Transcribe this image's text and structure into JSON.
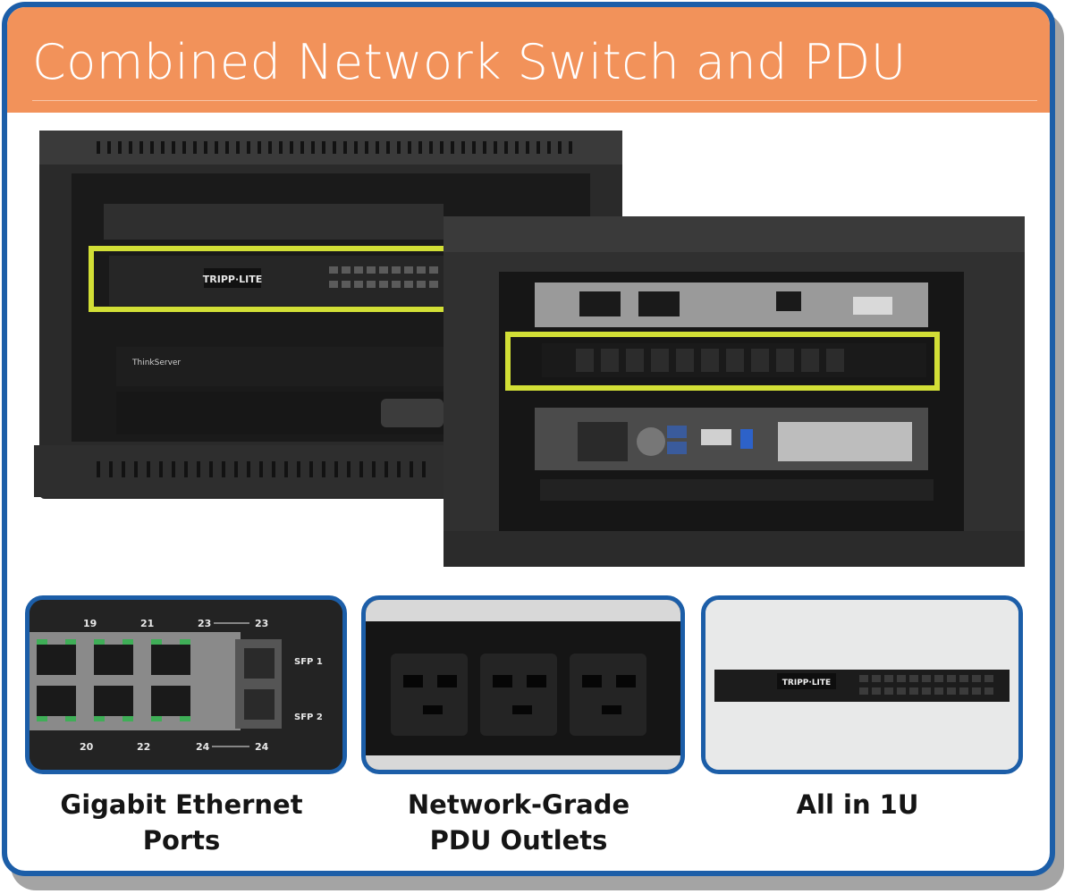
{
  "header": {
    "title": "Combined Network Switch and PDU"
  },
  "colors": {
    "accent_blue": "#1c5ea8",
    "title_orange": "#f2925a",
    "highlight": "#e7f53a"
  },
  "rack_photo": {
    "brand": "TRIPP·LITE",
    "server_brand": "ThinkServer"
  },
  "tiles": [
    {
      "caption": "Gigabit Ethernet Ports",
      "port_numbers_top": [
        "19",
        "21",
        "23",
        "23"
      ],
      "port_numbers_bottom": [
        "20",
        "22",
        "24",
        "24"
      ],
      "sfp_labels": [
        "SFP 1",
        "SFP 2"
      ]
    },
    {
      "caption_line1": "Network-Grade",
      "caption_line2": "PDU Outlets"
    },
    {
      "caption": "All in 1U",
      "brand": "TRIPP·LITE"
    }
  ]
}
